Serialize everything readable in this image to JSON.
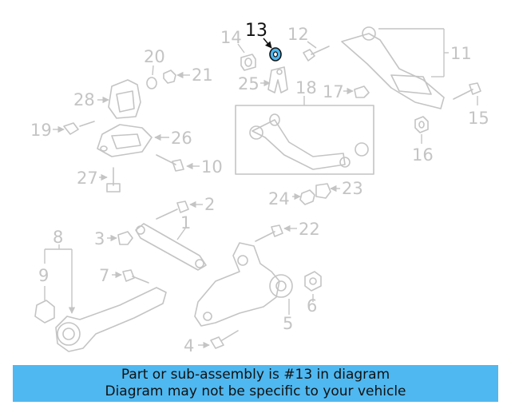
{
  "callouts": {
    "c1": "1",
    "c2": "2",
    "c3": "3",
    "c4": "4",
    "c5": "5",
    "c6": "6",
    "c7": "7",
    "c8": "8",
    "c9": "9",
    "c10": "10",
    "c11": "11",
    "c12": "12",
    "c13": "13",
    "c14": "14",
    "c15": "15",
    "c16": "16",
    "c17": "17",
    "c18": "18",
    "c19": "19",
    "c20": "20",
    "c21": "21",
    "c22": "22",
    "c23": "23",
    "c24": "24",
    "c25": "25",
    "c26": "26",
    "c27": "27",
    "c28": "28"
  },
  "highlighted_part": "13",
  "colors": {
    "highlight_fill": "#4fb8f0",
    "banner_bg": "#4fb8f0",
    "part_stroke": "#c4c4c4",
    "label_text": "#c4c4c4"
  },
  "banner": {
    "line1": "Part or sub-assembly is #13 in diagram",
    "line2": "Diagram may not be specific to your vehicle"
  }
}
